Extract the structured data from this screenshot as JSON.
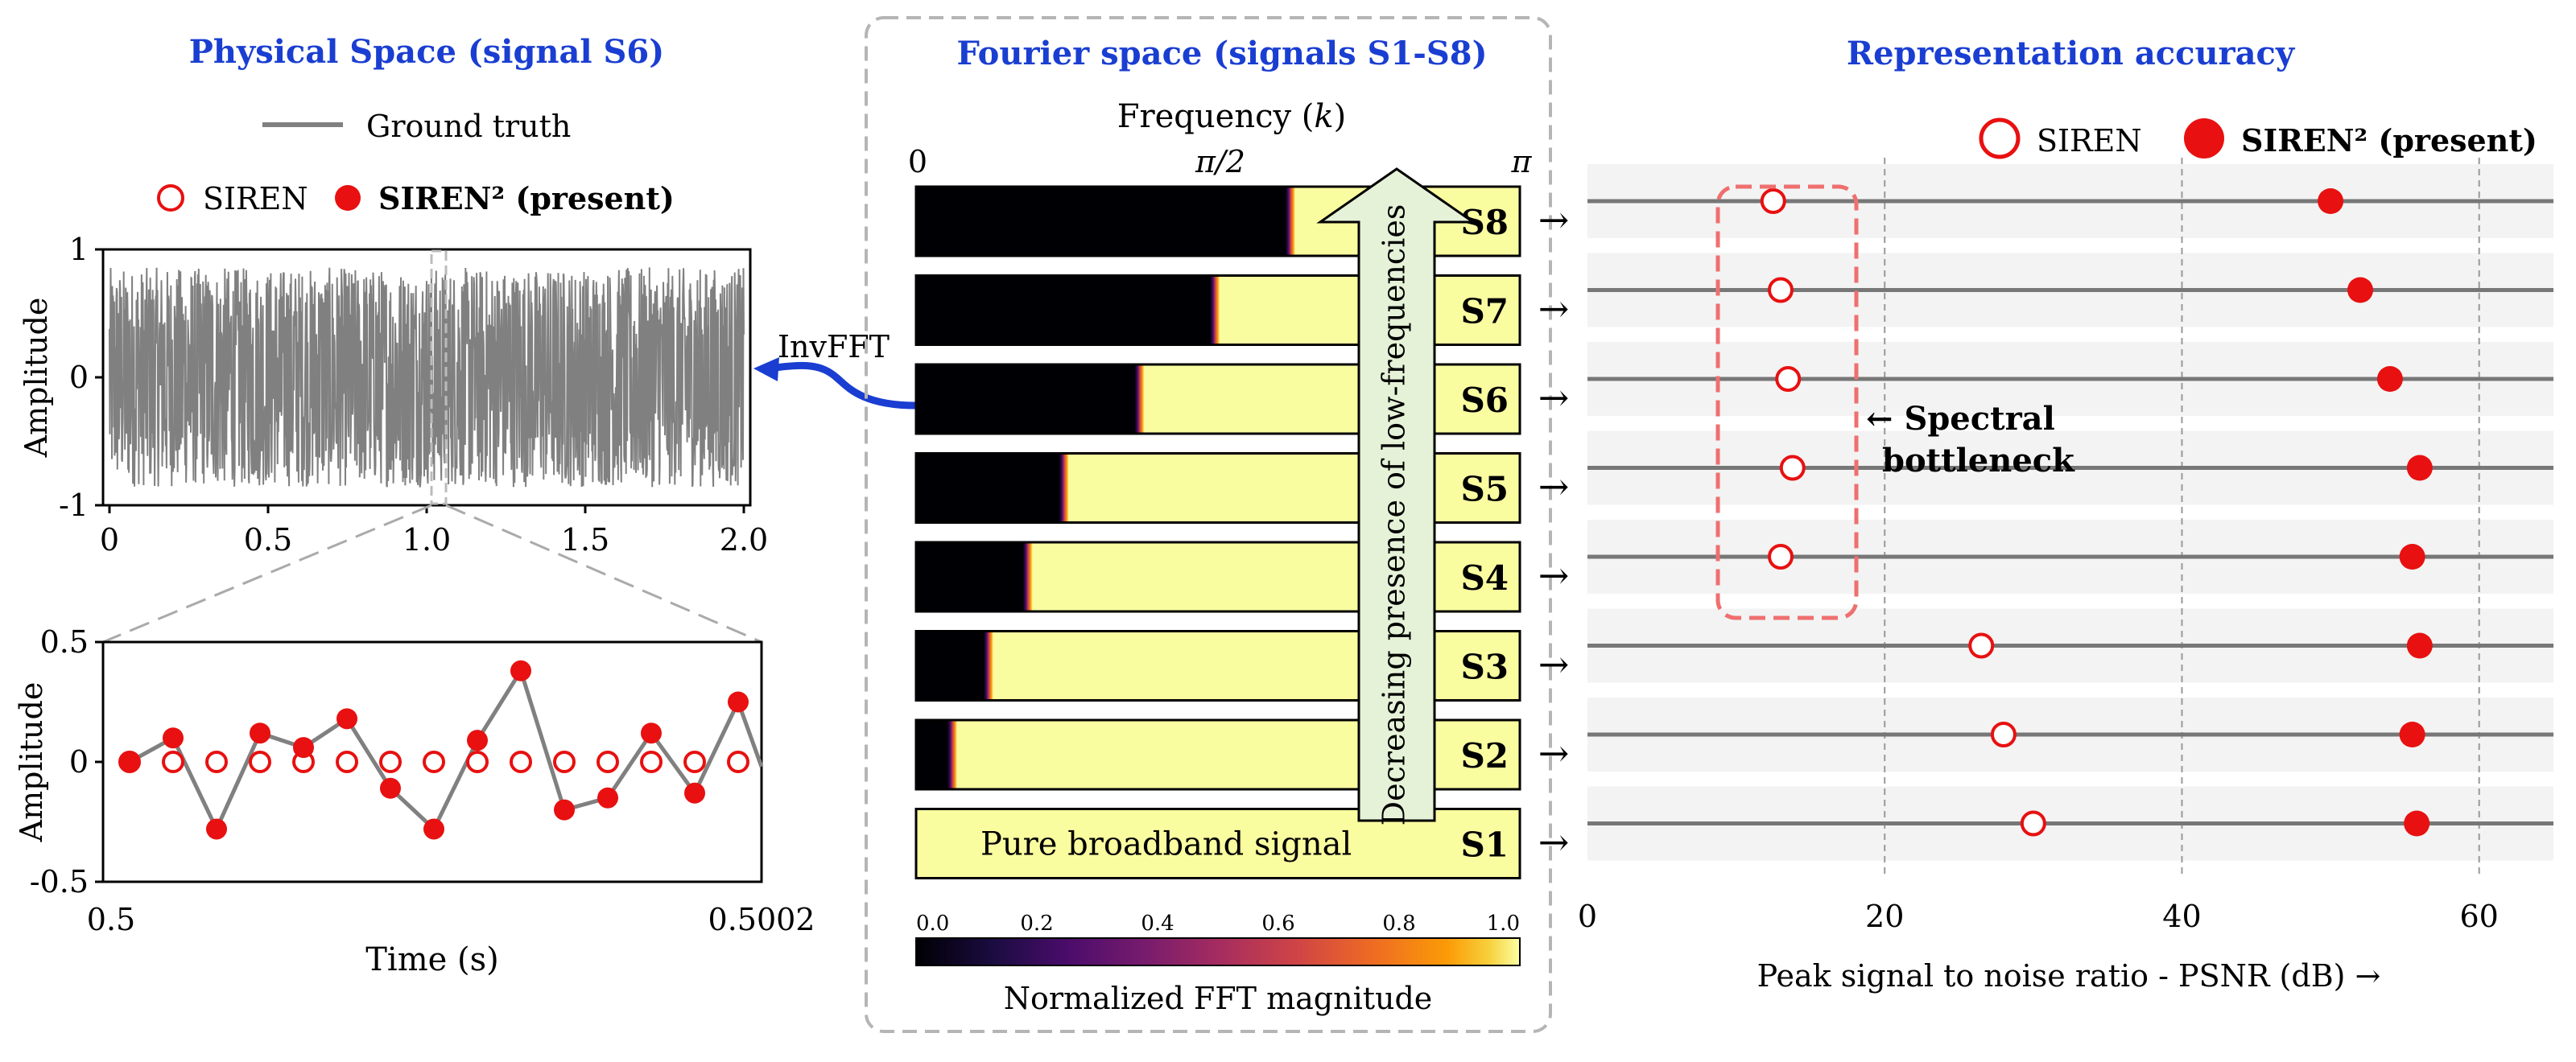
{
  "panels": {
    "physical": {
      "title": "Physical Space (signal S6)",
      "legend_ground_truth": "Ground truth",
      "legend_siren": "SIREN",
      "legend_siren2": "SIREN² (present)",
      "invfft_label": "InvFFT"
    },
    "fourier": {
      "title": "Fourier space (signals S1-S8)",
      "freq_label": "Frequency (k)",
      "arrow_text": "Decreasing presence of low-frequencies",
      "s1_text": "Pure broadband signal",
      "colorbar_label": "Normalized FFT magnitude"
    },
    "accuracy": {
      "title": "Representation accuracy",
      "legend_siren": "SIREN",
      "legend_siren2": "SIREN² (present)",
      "bottleneck_line1": "← Spectral",
      "bottleneck_line2": "bottleneck"
    }
  },
  "chart_data": [
    {
      "id": "signal_s6_full",
      "type": "line",
      "series": [
        {
          "name": "Ground truth",
          "description": "dense broadband noise signal S6 filling amplitude band roughly -0.85 to 0.85"
        }
      ],
      "xlabel": "",
      "ylabel": "Amplitude",
      "xlim": [
        0,
        2.0
      ],
      "ylim": [
        -1,
        1
      ],
      "xticks": [
        "0",
        "0.5",
        "1.0",
        "1.5",
        "2.0"
      ],
      "yticks": [
        "1",
        "0",
        "-1"
      ]
    },
    {
      "id": "signal_s6_zoom",
      "type": "line",
      "xlabel": "Time (s)",
      "ylabel": "Amplitude",
      "xlim": [
        0.5,
        0.5002
      ],
      "ylim": [
        -0.5,
        0.5
      ],
      "xticks": [
        "0.5",
        "0.5002"
      ],
      "yticks": [
        "0.5",
        "0",
        "-0.5"
      ],
      "series": [
        {
          "name": "Ground truth",
          "values": [
            0.0,
            0.1,
            -0.28,
            0.12,
            0.06,
            0.18,
            -0.11,
            -0.28,
            0.09,
            0.38,
            -0.2,
            -0.15,
            0.12,
            -0.13,
            0.25,
            -0.02
          ]
        },
        {
          "name": "SIREN",
          "values": [
            0,
            0,
            0,
            0,
            0,
            0,
            0,
            0,
            0,
            0,
            0,
            0,
            0,
            0,
            0
          ]
        },
        {
          "name": "SIREN² (present)",
          "values": [
            0.0,
            0.1,
            -0.28,
            0.12,
            0.06,
            0.18,
            -0.11,
            -0.28,
            0.09,
            0.38,
            -0.2,
            -0.15,
            0.12,
            -0.13,
            0.25
          ]
        }
      ]
    },
    {
      "id": "fourier_spectra",
      "type": "heatmap",
      "xlabel": "Frequency (k)",
      "xticks": [
        "0",
        "π/2",
        "π"
      ],
      "categories": [
        "S8",
        "S7",
        "S6",
        "S5",
        "S4",
        "S3",
        "S2",
        "S1"
      ],
      "low_frequency_cutoff_fraction": [
        0.62,
        0.495,
        0.37,
        0.245,
        0.185,
        0.12,
        0.06,
        0.0
      ],
      "colorbar": {
        "label": "Normalized FFT magnitude",
        "range": [
          0.0,
          1.0
        ],
        "ticks": [
          "0.0",
          "0.2",
          "0.4",
          "0.6",
          "0.8",
          "1.0"
        ],
        "colormap": "inferno"
      }
    },
    {
      "id": "psnr_accuracy",
      "type": "scatter",
      "xlabel": "Peak signal to noise ratio - PSNR (dB) →",
      "xlim": [
        0,
        65
      ],
      "xticks": [
        "0",
        "20",
        "40",
        "60"
      ],
      "categories": [
        "S8",
        "S7",
        "S6",
        "S5",
        "S4",
        "S3",
        "S2",
        "S1"
      ],
      "series": [
        {
          "name": "SIREN",
          "values": [
            12.5,
            13.0,
            13.5,
            13.8,
            13.0,
            26.5,
            28.0,
            30.0
          ]
        },
        {
          "name": "SIREN² (present)",
          "values": [
            50.0,
            52.0,
            54.0,
            56.0,
            55.5,
            56.0,
            55.5,
            55.8
          ]
        }
      ]
    }
  ],
  "colors": {
    "title_blue": "#1a3ed1",
    "ground_truth": "#808080",
    "marker_red": "#e81010",
    "spectrum_high": "#fafca0",
    "bottleneck_box": "#ef6f6f",
    "arrow_fill": "#e6f2d8",
    "invfft_arrow": "#1a3ed1"
  }
}
